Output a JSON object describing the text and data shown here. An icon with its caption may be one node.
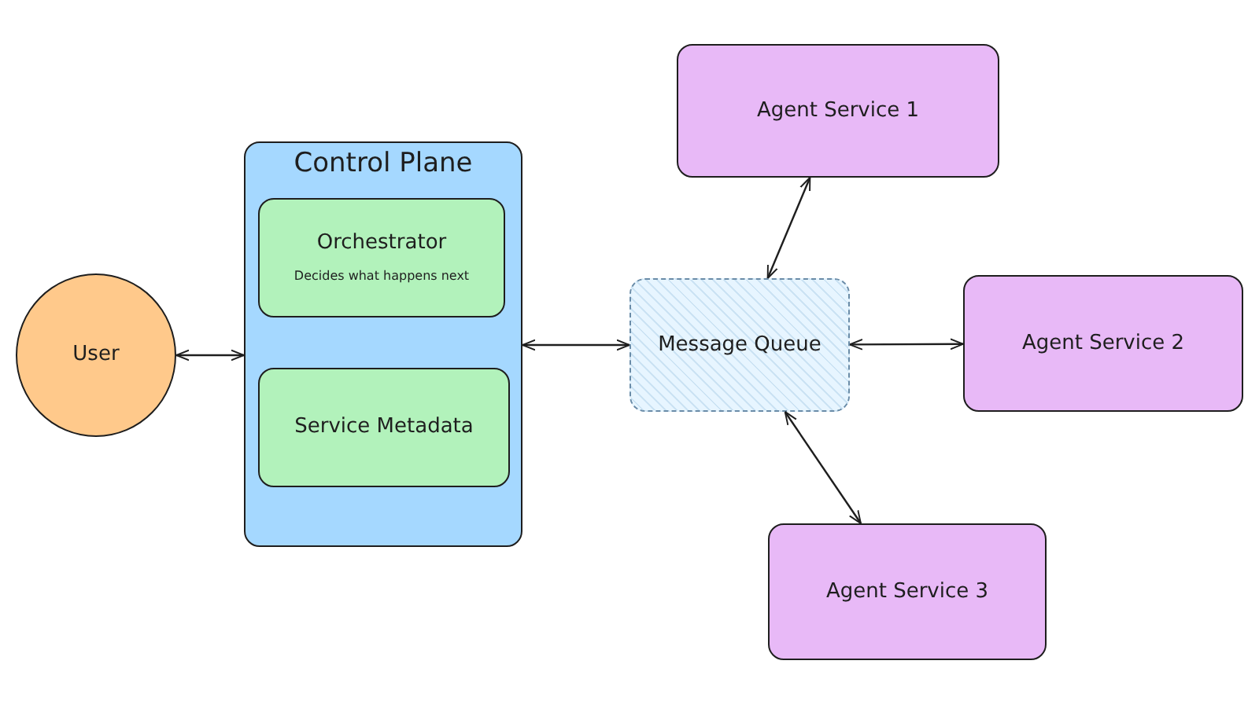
{
  "diagram": {
    "nodes": [
      {
        "text": [
          "User"
        ]
      },
      {
        "text": [
          "Control Plane"
        ]
      },
      {
        "text": [
          "Orchestrator",
          "Decides what happens next"
        ],
        "in": 1
      },
      {
        "text": [
          "Service Metadata"
        ],
        "in": 1
      },
      {
        "text": [
          "Message Queue"
        ]
      },
      {
        "text": [
          "Agent Service 1"
        ]
      },
      {
        "text": [
          "Agent Service 2"
        ]
      },
      {
        "text": [
          "Agent Service 3"
        ]
      }
    ],
    "edges": [
      {
        "from": 0,
        "to": 1,
        "arrow": "both"
      },
      {
        "from": 1,
        "to": 4,
        "arrow": "both"
      },
      {
        "from": 4,
        "to": 5,
        "arrow": "both"
      },
      {
        "from": 4,
        "to": 6,
        "arrow": "both"
      },
      {
        "from": 4,
        "to": 7,
        "arrow": "both"
      }
    ]
  }
}
